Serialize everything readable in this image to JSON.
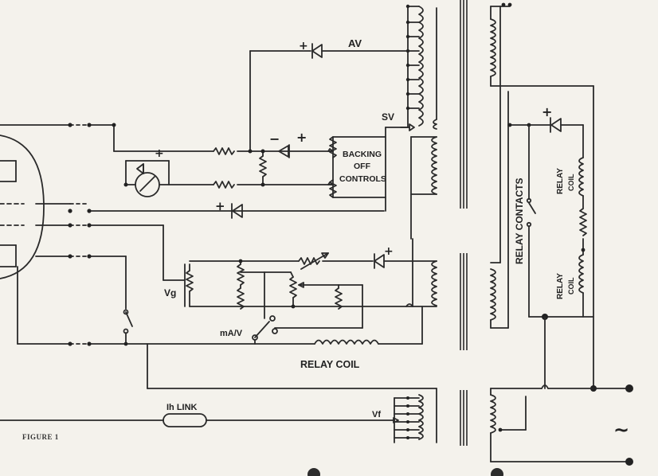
{
  "labels": {
    "av": "AV",
    "sv": "SV",
    "backing_off": "BACKING",
    "backing_off2": "OFF",
    "controls": "CONTROLS",
    "vg": "Vg",
    "ma_v": "mA/V",
    "relay_coil_bottom": "RELAY COIL",
    "relay_contacts": "RELAY CONTACTS",
    "relay_coil_upper": "RELAY",
    "relay_coil_upper2": "COIL",
    "relay_coil_lower": "RELAY",
    "relay_coil_lower2": "COIL",
    "link": "Ih LINK",
    "vf": "Vf",
    "figure": "FIGURE 1",
    "ac": "~",
    "plus": "+",
    "minus": "−"
  }
}
